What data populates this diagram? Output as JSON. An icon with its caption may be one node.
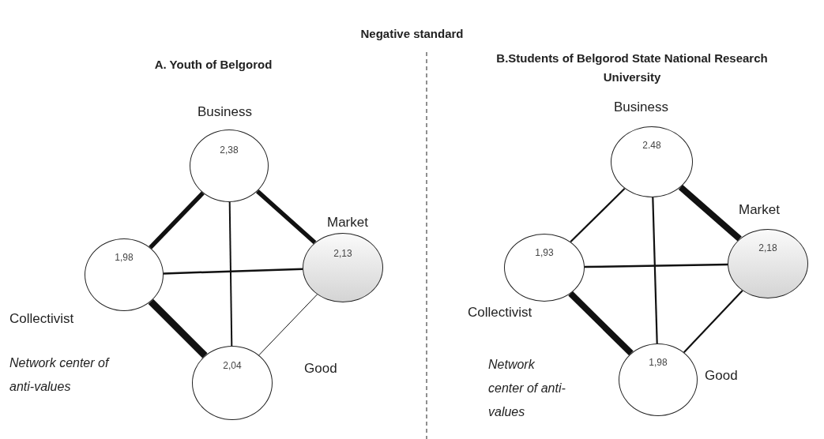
{
  "diagram": {
    "title": "Negative standard",
    "nodes": [
      {
        "text": [
          "2,38"
        ],
        "beside": [
          "Business"
        ]
      },
      {
        "text": [
          "1,98"
        ],
        "beside": [
          "Collectivist"
        ]
      },
      {
        "text": [
          "2,13"
        ],
        "beside": [
          "Market"
        ]
      },
      {
        "text": [
          "2,04"
        ],
        "beside": [
          "Good"
        ]
      },
      {
        "text": [
          "2.48"
        ],
        "beside": [
          "Business"
        ]
      },
      {
        "text": [
          "1,93"
        ],
        "beside": [
          "Collectivist"
        ]
      },
      {
        "text": [
          "2,18"
        ],
        "beside": [
          "Market"
        ]
      },
      {
        "text": [
          "1,98"
        ],
        "beside": [
          "Good"
        ]
      }
    ],
    "edges": [
      {
        "from": 0,
        "to": 1,
        "arrow": "none",
        "style": "thick"
      },
      {
        "from": 0,
        "to": 2,
        "arrow": "none",
        "style": "thick"
      },
      {
        "from": 0,
        "to": 3,
        "arrow": "none"
      },
      {
        "from": 1,
        "to": 2,
        "arrow": "none"
      },
      {
        "from": 1,
        "to": 3,
        "arrow": "none",
        "style": "thick"
      },
      {
        "from": 2,
        "to": 3,
        "arrow": "none"
      },
      {
        "from": 4,
        "to": 5,
        "arrow": "none"
      },
      {
        "from": 4,
        "to": 6,
        "arrow": "none",
        "style": "thick"
      },
      {
        "from": 4,
        "to": 7,
        "arrow": "none"
      },
      {
        "from": 5,
        "to": 6,
        "arrow": "none"
      },
      {
        "from": 5,
        "to": 7,
        "arrow": "none",
        "style": "thick"
      },
      {
        "from": 6,
        "to": 7,
        "arrow": "none"
      }
    ],
    "labels": [
      "A. Youth of Belgorod",
      "B.Students of Belgorod State National Research University",
      "Network center of anti-values",
      "Network center of anti-values"
    ]
  }
}
